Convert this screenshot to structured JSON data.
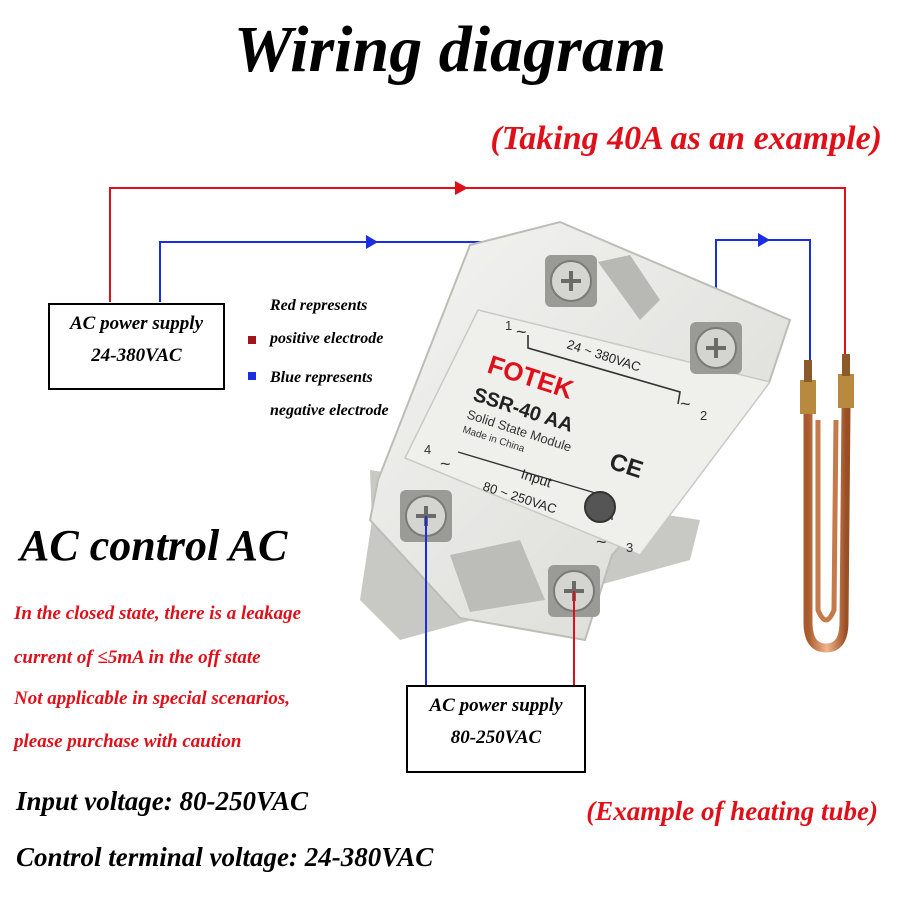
{
  "title": "Wiring diagram",
  "subtitle": "(Taking 40A as an example)",
  "colors": {
    "positive": "#e0101a",
    "negative": "#1a2ee0",
    "text": "#000000",
    "copper": "#c87a4a"
  },
  "supply_top": {
    "label": "AC power supply",
    "voltage": "24-380VAC"
  },
  "supply_bottom": {
    "label": "AC power supply",
    "voltage": "80-250VAC"
  },
  "legend": {
    "red_line1": "Red represents",
    "red_line2": "positive electrode",
    "blue_line1": "Blue represents",
    "blue_line2": "negative electrode"
  },
  "module": {
    "brand": "FOTEK",
    "model": "SSR-40 AA",
    "type": "Solid State Module",
    "origin": "Made in China",
    "output_range": "24 ~ 380VAC",
    "input_label": "Input",
    "input_range": "80 ~ 250VAC",
    "mark": "CE",
    "terminals": [
      "1",
      "2",
      "3",
      "4"
    ],
    "tilde": "~"
  },
  "mode": "AC control AC",
  "notes": [
    "In the closed state, there is a leakage",
    "current of ≤5mA in the off state",
    "Not applicable in special scenarios,",
    "please purchase with caution"
  ],
  "specs": {
    "input": "Input voltage: 80-250VAC",
    "control": "Control terminal voltage: 24-380VAC"
  },
  "heating_caption": "(Example of heating tube)"
}
